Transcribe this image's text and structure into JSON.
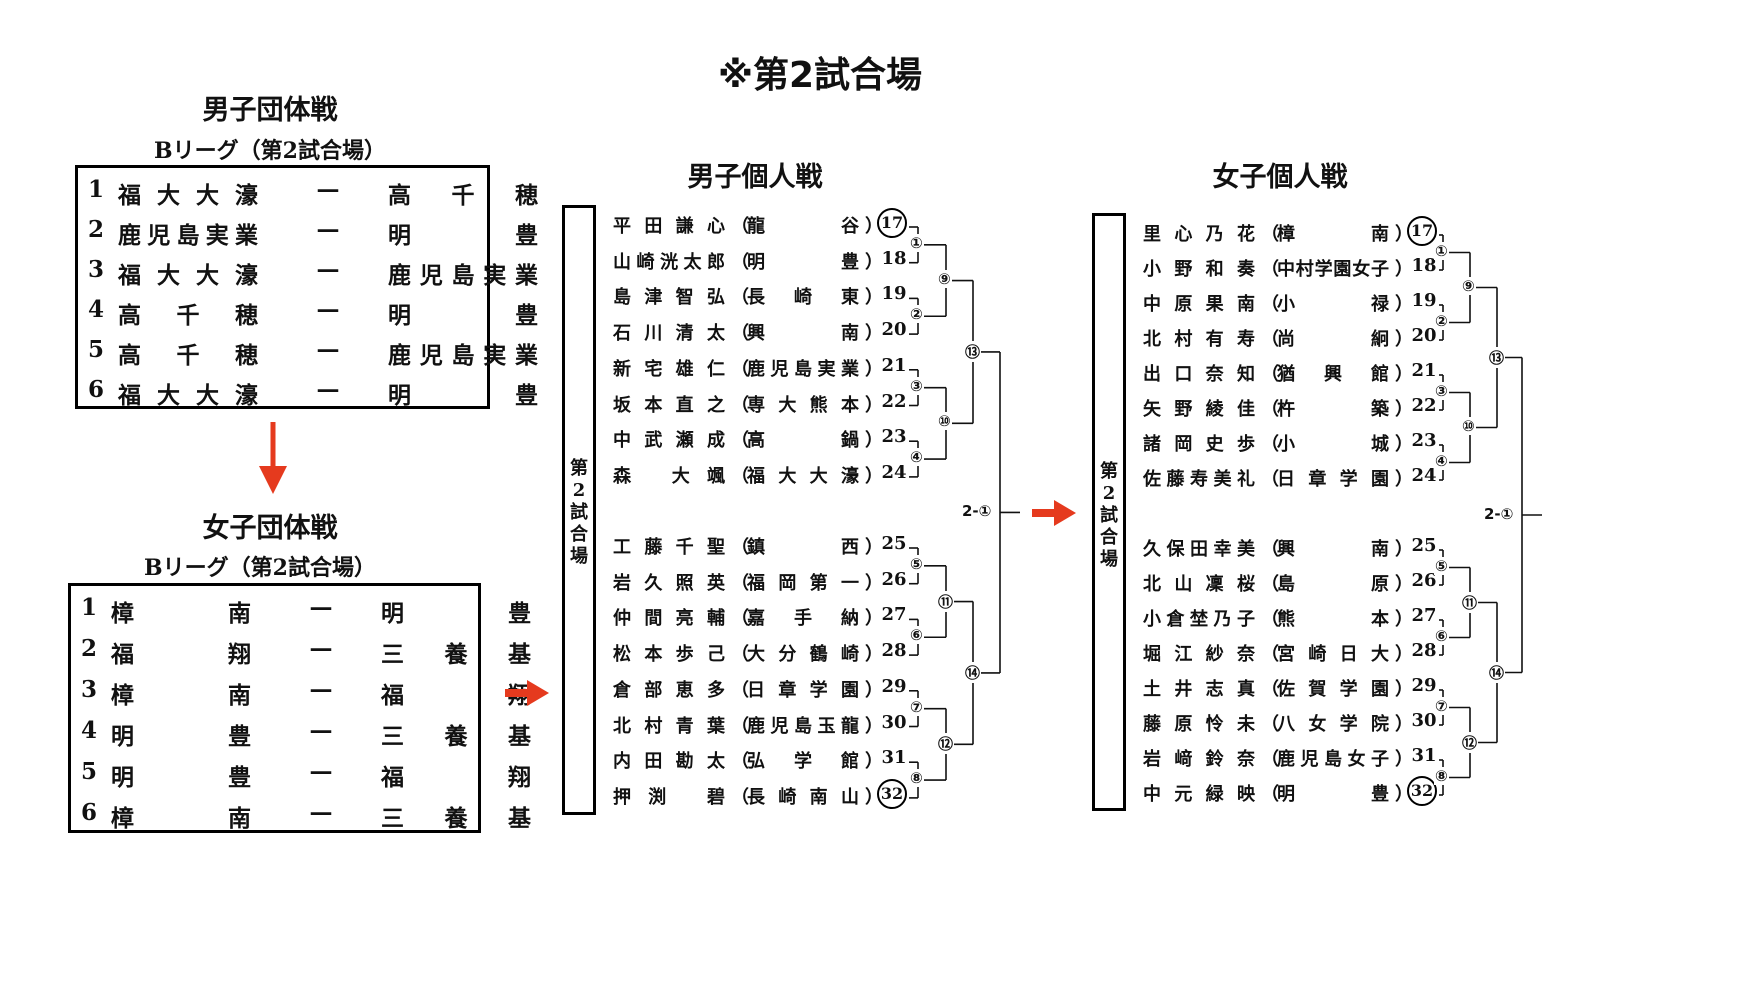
{
  "main_title": "※第2試合場",
  "boys_team": {
    "title": "男子団体戦",
    "league": "Bリーグ（第2試合場）",
    "matches": [
      {
        "no": "1",
        "a": "福大大濠",
        "dash": "—",
        "b": "高千穂"
      },
      {
        "no": "2",
        "a": "鹿児島実業",
        "dash": "—",
        "b": "明豊"
      },
      {
        "no": "3",
        "a": "福大大濠",
        "dash": "—",
        "b": "鹿児島実業"
      },
      {
        "no": "4",
        "a": "高千穂",
        "dash": "—",
        "b": "明豊"
      },
      {
        "no": "5",
        "a": "高千穂",
        "dash": "—",
        "b": "鹿児島実業"
      },
      {
        "no": "6",
        "a": "福大大濠",
        "dash": "—",
        "b": "明豊"
      }
    ]
  },
  "girls_team": {
    "title": "女子団体戦",
    "league": "Bリーグ（第2試合場）",
    "matches": [
      {
        "no": "1",
        "a": "樟南",
        "dash": "—",
        "b": "明豊"
      },
      {
        "no": "2",
        "a": "福翔",
        "dash": "—",
        "b": "三養基"
      },
      {
        "no": "3",
        "a": "樟南",
        "dash": "—",
        "b": "福翔"
      },
      {
        "no": "4",
        "a": "明豊",
        "dash": "—",
        "b": "三養基"
      },
      {
        "no": "5",
        "a": "明豊",
        "dash": "—",
        "b": "福翔"
      },
      {
        "no": "6",
        "a": "樟南",
        "dash": "—",
        "b": "三養基"
      }
    ]
  },
  "boys_individual": {
    "title": "男子個人戦",
    "venue_label": "第2試合場",
    "final_label": "2-①",
    "players": [
      {
        "name": "平田謙心",
        "open": "（",
        "school": "龍谷",
        "close": "）",
        "seed": "17"
      },
      {
        "name": "山崎洸太郎",
        "open": "（",
        "school": "明豊",
        "close": "）",
        "seed": "18"
      },
      {
        "name": "島津智弘",
        "open": "（",
        "school": "長崎東",
        "close": "）",
        "seed": "19"
      },
      {
        "name": "石川清太",
        "open": "（",
        "school": "興南",
        "close": "）",
        "seed": "20"
      },
      {
        "name": "新宅雄仁",
        "open": "（",
        "school": "鹿児島実業",
        "close": "）",
        "seed": "21"
      },
      {
        "name": "坂本直之",
        "open": "（",
        "school": "専大熊本",
        "close": "）",
        "seed": "22"
      },
      {
        "name": "中武瀬成",
        "open": "（",
        "school": "高鍋",
        "close": "）",
        "seed": "23"
      },
      {
        "name": "森 大颯",
        "open": "（",
        "school": "福大大濠",
        "close": "）",
        "seed": "24"
      },
      {
        "name": "工藤千聖",
        "open": "（",
        "school": "鎮西",
        "close": "）",
        "seed": "25"
      },
      {
        "name": "岩久照英",
        "open": "（",
        "school": "福岡第一",
        "close": "）",
        "seed": "26"
      },
      {
        "name": "仲間亮輔",
        "open": "（",
        "school": "嘉手納",
        "close": "）",
        "seed": "27"
      },
      {
        "name": "松本歩己",
        "open": "（",
        "school": "大分鶴崎",
        "close": "）",
        "seed": "28"
      },
      {
        "name": "倉部恵多",
        "open": "（",
        "school": "日章学園",
        "close": "）",
        "seed": "29"
      },
      {
        "name": "北村青葉",
        "open": "（",
        "school": "鹿児島玉龍",
        "close": "）",
        "seed": "30"
      },
      {
        "name": "内田勘太",
        "open": "（",
        "school": "弘学館",
        "close": "）",
        "seed": "31"
      },
      {
        "name": "押渕 碧",
        "open": "（",
        "school": "長崎南山",
        "close": "）",
        "seed": "32"
      }
    ],
    "r1": [
      "①",
      "②",
      "③",
      "④",
      "⑤",
      "⑥",
      "⑦",
      "⑧"
    ],
    "r2": [
      "⑨",
      "⑩",
      "⑪",
      "⑫"
    ],
    "r3": [
      "⑬",
      "⑭"
    ]
  },
  "girls_individual": {
    "title": "女子個人戦",
    "venue_label": "第2試合場",
    "final_label": "2-①",
    "players": [
      {
        "name": "里心乃花",
        "open": "（",
        "school": "樟南",
        "close": "）",
        "seed": "17"
      },
      {
        "name": "小野和奏",
        "open": "（",
        "school": "中村学園女子",
        "close": "）",
        "seed": "18"
      },
      {
        "name": "中原果南",
        "open": "（",
        "school": "小禄",
        "close": "）",
        "seed": "19"
      },
      {
        "name": "北村有寿",
        "open": "（",
        "school": "尚絅",
        "close": "）",
        "seed": "20"
      },
      {
        "name": "出口奈知",
        "open": "（",
        "school": "猶興館",
        "close": "）",
        "seed": "21"
      },
      {
        "name": "矢野綾佳",
        "open": "（",
        "school": "杵築",
        "close": "）",
        "seed": "22"
      },
      {
        "name": "諸岡史歩",
        "open": "（",
        "school": "小城",
        "close": "）",
        "seed": "23"
      },
      {
        "name": "佐藤寿美礼",
        "open": "（",
        "school": "日章学園",
        "close": "）",
        "seed": "24"
      },
      {
        "name": "久保田幸美",
        "open": "（",
        "school": "興南",
        "close": "）",
        "seed": "25"
      },
      {
        "name": "北山凜桜",
        "open": "（",
        "school": "島原",
        "close": "）",
        "seed": "26"
      },
      {
        "name": "小倉埜乃子",
        "open": "（",
        "school": "熊本",
        "close": "）",
        "seed": "27"
      },
      {
        "name": "堀江紗奈",
        "open": "（",
        "school": "宮崎日大",
        "close": "）",
        "seed": "28"
      },
      {
        "name": "土井志真",
        "open": "（",
        "school": "佐賀学園",
        "close": "）",
        "seed": "29"
      },
      {
        "name": "藤原怜未",
        "open": "（",
        "school": "八女学院",
        "close": "）",
        "seed": "30"
      },
      {
        "name": "岩﨑鈴奈",
        "open": "（",
        "school": "鹿児島女子",
        "close": "）",
        "seed": "31"
      },
      {
        "name": "中元緑映",
        "open": "（",
        "school": "明豊",
        "close": "）",
        "seed": "32"
      }
    ],
    "r1": [
      "①",
      "②",
      "③",
      "④",
      "⑤",
      "⑥",
      "⑦",
      "⑧"
    ],
    "r2": [
      "⑨",
      "⑩",
      "⑪",
      "⑫"
    ],
    "r3": [
      "⑬",
      "⑭"
    ]
  },
  "colors": {
    "arrow": "#e53a1e",
    "ink": "#111111"
  }
}
